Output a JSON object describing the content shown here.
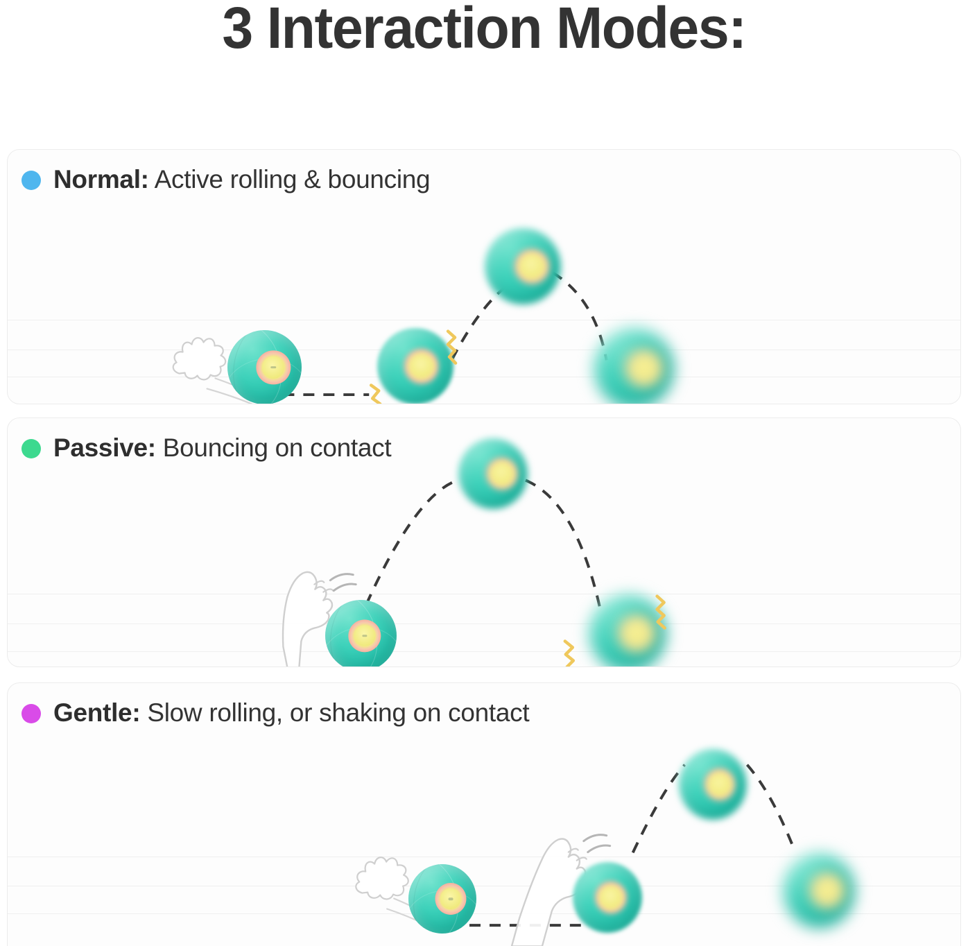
{
  "title": "3 Interaction Modes:",
  "colors": {
    "title": "#333333",
    "normal_dot": "#4FB6EE",
    "passive_dot": "#3DD98F",
    "gentle_dot": "#D94BE8",
    "ball_body": "#2FCDB5",
    "ball_ring_outer": "#F4A89A",
    "ball_ring_inner": "#F0EA7E",
    "trajectory": "#3A3A3A",
    "impact_squiggle": "#EFC85C",
    "panel_border": "#ECECEC",
    "gridline": "#EFEFEF"
  },
  "panels": [
    {
      "id": "normal",
      "mode": "Normal:",
      "description": "Active rolling & bouncing",
      "dot_color": "#4FB6EE",
      "icons": [
        "paw-print-icon",
        "dashed-trajectory-icon",
        "impact-squiggle-icon"
      ],
      "balls": [
        "ball-rolling",
        "ball-impact",
        "ball-apex",
        "ball-landing-blurred"
      ]
    },
    {
      "id": "passive",
      "mode": "Passive:",
      "description": "Bouncing on contact",
      "dot_color": "#3DD98F",
      "icons": [
        "cat-paw-reach-icon",
        "dashed-trajectory-icon",
        "impact-squiggle-icon"
      ],
      "balls": [
        "ball-at-paw",
        "ball-apex-blurred",
        "ball-landing-blurred"
      ]
    },
    {
      "id": "gentle",
      "mode": "Gentle:",
      "description": "Slow rolling, or shaking on contact",
      "dot_color": "#D94BE8",
      "icons": [
        "paw-print-icon",
        "cat-paw-reach-icon",
        "dashed-trajectory-icon"
      ],
      "balls": [
        "ball-rolling",
        "ball-at-paw",
        "ball-apex-blurred",
        "ball-landing-blurred"
      ]
    }
  ]
}
